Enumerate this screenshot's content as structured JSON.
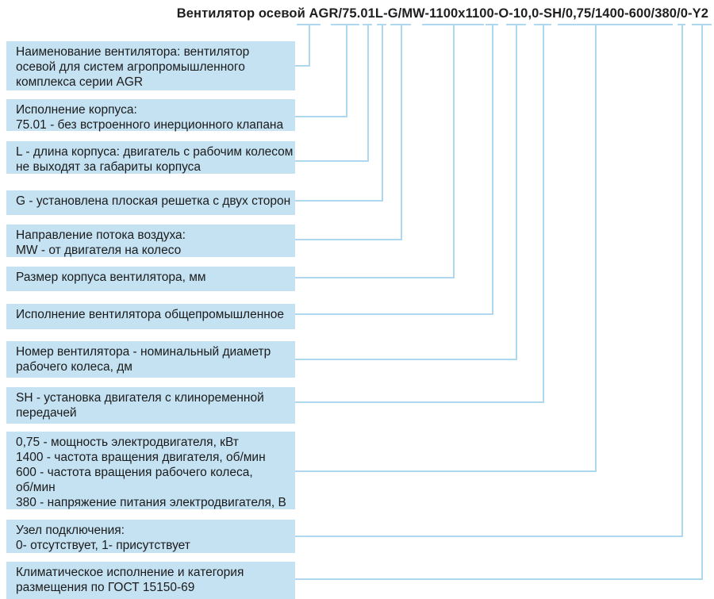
{
  "title": "Вентилятор осевой AGR/75.01L-G/MW-1100x1100-O-10,0-SH/0,75/1400-600/380/0-Y2",
  "colors": {
    "background": "#ffffff",
    "box_fill": "#c5e2f3",
    "connector_line": "#aed7f0",
    "title_text": "#1f1f1f",
    "box_text": "#1b1b1b"
  },
  "legend_boxes": [
    {
      "code_segment": "AGR",
      "lines": [
        "Наименование вентилятора: вентилятор",
        "осевой для систем агропромышленного",
        "комплекса серии AGR"
      ]
    },
    {
      "code_segment": "75.01",
      "lines": [
        "Исполнение корпуса:",
        "75.01 - без встроенного инерционного клапана"
      ]
    },
    {
      "code_segment": "L",
      "lines": [
        "L - длина корпуса: двигатель с рабочим колесом",
        "не выходят за габариты корпуса"
      ]
    },
    {
      "code_segment": "G",
      "lines": [
        "G - установлена плоская решетка с двух сторон"
      ]
    },
    {
      "code_segment": "MW",
      "lines": [
        "Направление потока воздуха:",
        "MW - от двигателя на колесо"
      ]
    },
    {
      "code_segment": "1100x1100",
      "lines": [
        "Размер корпуса вентилятора, мм"
      ]
    },
    {
      "code_segment": "O",
      "lines": [
        "Исполнение вентилятора общепромышленное"
      ]
    },
    {
      "code_segment": "10,0",
      "lines": [
        "Номер вентилятора - номинальный диаметр",
        "рабочего колеса, дм"
      ]
    },
    {
      "code_segment": "SH",
      "lines": [
        "SH - установка двигателя с клиноременной",
        "передачей"
      ]
    },
    {
      "code_segment": "0,75/1400-600/380",
      "lines": [
        "0,75 - мощность электродвигателя, кВт",
        "1400 - частота вращения двигателя, об/мин",
        "600 - частота вращения рабочего колеса,",
        "об/мин",
        "380 - напряжение питания электродвигателя, В"
      ]
    },
    {
      "code_segment": "0",
      "lines": [
        "Узел подключения:",
        "0- отсутствует, 1- присутствует"
      ]
    },
    {
      "code_segment": "Y2",
      "lines": [
        "Климатическое исполнение и категория",
        "размещения по ГОСТ 15150-69"
      ]
    }
  ]
}
